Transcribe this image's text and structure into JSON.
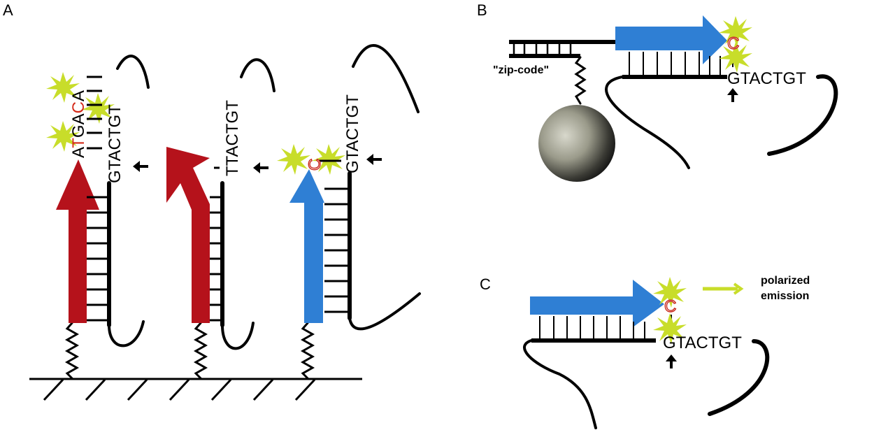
{
  "figure": {
    "colors": {
      "mismatch_primer": "#b5121b",
      "matched_primer": "#2f7fd4",
      "fluor_burst": "#c8dd2a",
      "labeled_base": "#d42a1a",
      "bead": "#777766",
      "strand": "#000000"
    },
    "panels": [
      {
        "id": "A",
        "label": "A",
        "description": "Surface-tethered primers hybridized to templates; single-base extension",
        "columns": [
          {
            "primer_color": "mismatch_primer",
            "extension_sequence": "ATGACA",
            "extension_parts": [
              {
                "text": "A",
                "red": false
              },
              {
                "text": "T",
                "red": true
              },
              {
                "text": "G",
                "red": false
              },
              {
                "text": "A",
                "red": false
              },
              {
                "text": "C",
                "red": true
              },
              {
                "text": "A",
                "red": false
              }
            ],
            "template_sequence": "GTACTGT",
            "arrow_icon": "arrow-left-icon"
          },
          {
            "primer_color": "mismatch_primer",
            "extension_sequence": "",
            "template_sequence": "TTACTGT",
            "arrow_icon": "arrow-left-icon"
          },
          {
            "primer_color": "matched_primer",
            "extension_sequence": "C",
            "template_sequence": "GTACTGT",
            "arrow_icon": "arrow-left-icon"
          }
        ]
      },
      {
        "id": "B",
        "label": "B",
        "zip_code_label": "\"zip-code\"",
        "added_base": "C",
        "template_sequence": "GTACTGT",
        "arrow_icon": "arrow-up-icon"
      },
      {
        "id": "C",
        "label": "C",
        "added_base": "C",
        "template_sequence": "GTACTGT",
        "arrow_icon": "arrow-up-icon",
        "emission_label_line1": "polarized",
        "emission_label_line2": "emission"
      }
    ]
  }
}
